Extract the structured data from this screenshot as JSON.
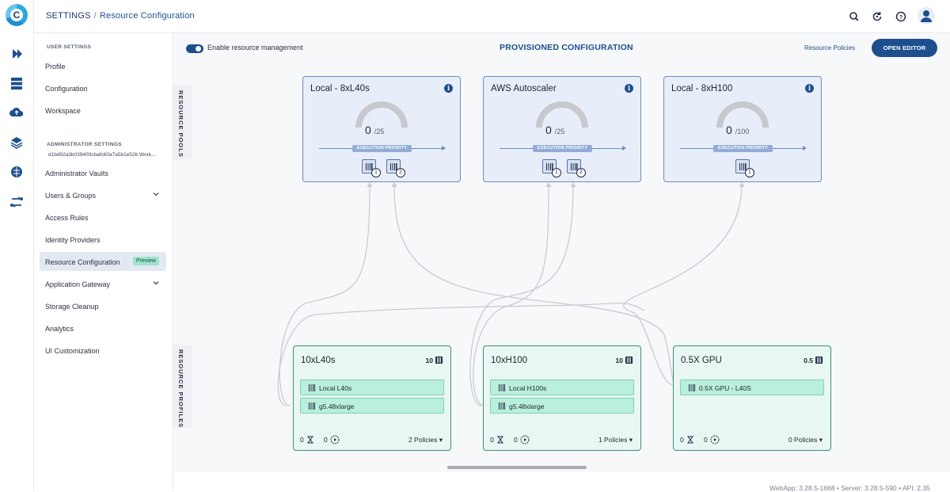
{
  "app": {
    "logo_letter": "C"
  },
  "breadcrumb": {
    "root": "SETTINGS",
    "separator": "/",
    "current": "Resource Configuration"
  },
  "rail_icons": [
    "chevron-right-icon",
    "server-icon",
    "cloud-upload-icon",
    "layers-icon",
    "brain-icon",
    "pipeline-icon"
  ],
  "header_icons": [
    "search-icon",
    "refresh-icon",
    "help-icon",
    "account-icon"
  ],
  "sidebar": {
    "user_settings_title": "USER SETTINGS",
    "user_items": [
      {
        "label": "Profile"
      },
      {
        "label": "Configuration"
      },
      {
        "label": "Workspace"
      }
    ],
    "admin_title": "ADMINISTRATOR SETTINGS",
    "org_id": "d1bd92a3b039400cbafc60a7a5b1e52b Work...",
    "admin_items": [
      {
        "label": "Administrator Vaults"
      },
      {
        "label": "Users & Groups",
        "expandable": true
      },
      {
        "label": "Access Rules"
      },
      {
        "label": "Identity Providers"
      },
      {
        "label": "Resource Configuration",
        "badge": "Preview",
        "active": true
      },
      {
        "label": "Application Gateway",
        "expandable": true
      },
      {
        "label": "Storage Cleanup"
      },
      {
        "label": "Analytics"
      },
      {
        "label": "UI Customization"
      }
    ]
  },
  "toolbar": {
    "enable_label": "Enable resource management",
    "enabled": true,
    "title": "PROVISIONED CONFIGURATION",
    "policies_link": "Resource Policies",
    "open_editor": "OPEN EDITOR"
  },
  "tabs": {
    "pools": "RESOURCE POOLS",
    "profiles": "RESOURCE PROFILES"
  },
  "pools": [
    {
      "name": "Local - 8xL40s",
      "used": "0",
      "total": "/25",
      "priority_label": "EXECUTION PRIORITY",
      "slots": [
        "1",
        "2"
      ]
    },
    {
      "name": "AWS Autoscaler",
      "used": "0",
      "total": "/25",
      "priority_label": "EXECUTION PRIORITY",
      "slots": [
        "1",
        "2"
      ]
    },
    {
      "name": "Local - 8xH100",
      "used": "0",
      "total": "/100",
      "priority_label": "EXECUTION PRIORITY",
      "slots": [
        "1"
      ]
    }
  ],
  "profiles": [
    {
      "name": "10xL40s",
      "count": "10",
      "resources": [
        "Local L40s",
        "g5.48xlarge"
      ],
      "pending": "0",
      "running": "0",
      "policies": "2 Policies"
    },
    {
      "name": "10xH100",
      "count": "10",
      "resources": [
        "Local H100s",
        "g5.48xlarge"
      ],
      "pending": "0",
      "running": "0",
      "policies": "1 Policies"
    },
    {
      "name": "0.5X GPU",
      "count": "0.5",
      "resources": [
        "0.5X GPU - L40S"
      ],
      "pending": "0",
      "running": "0",
      "policies": "0 Policies"
    }
  ],
  "footer": "WebApp: 3.28.5-1668 • Server: 3.28.5-590 • API: 2.35",
  "colors": {
    "accent": "#1d4f8f",
    "pool_bg": "#e8eef9",
    "profile_bg": "#e8f7f1",
    "profile_border": "#3f8f76"
  }
}
